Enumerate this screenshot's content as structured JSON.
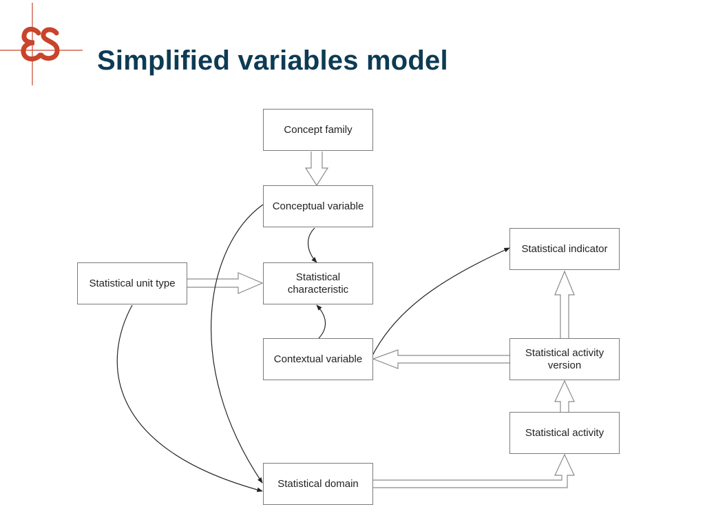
{
  "title": "Simplified variables model",
  "colors": {
    "title": "#0d3b54",
    "logo": "#c8442a",
    "box_border": "#7a7a7a"
  },
  "logo_icon": "es-monogram-logo",
  "nodes": {
    "concept_family": "Concept family",
    "conceptual_variable": "Conceptual variable",
    "statistical_characteristic": "Statistical characteristic",
    "statistical_unit_type": "Statistical unit type",
    "contextual_variable": "Contextual variable",
    "statistical_domain": "Statistical domain",
    "statistical_indicator": "Statistical indicator",
    "statistical_activity_version": "Statistical activity version",
    "statistical_activity": "Statistical activity"
  },
  "edges": [
    {
      "from": "concept_family",
      "to": "conceptual_variable",
      "style": "hollow-block-arrow"
    },
    {
      "from": "conceptual_variable",
      "to": "statistical_characteristic",
      "style": "curved-arrow"
    },
    {
      "from": "contextual_variable",
      "to": "statistical_characteristic",
      "style": "curved-arrow"
    },
    {
      "from": "statistical_unit_type",
      "to": "statistical_characteristic",
      "style": "hollow-block-arrow"
    },
    {
      "from": "conceptual_variable",
      "to": "statistical_domain",
      "style": "curved-arrow"
    },
    {
      "from": "statistical_unit_type",
      "to": "statistical_domain",
      "style": "curved-arrow"
    },
    {
      "from": "contextual_variable",
      "to": "statistical_indicator",
      "style": "curved-arrow"
    },
    {
      "from": "statistical_activity_version",
      "to": "contextual_variable",
      "style": "hollow-block-arrow"
    },
    {
      "from": "statistical_activity_version",
      "to": "statistical_indicator",
      "style": "hollow-block-arrow"
    },
    {
      "from": "statistical_activity",
      "to": "statistical_activity_version",
      "style": "hollow-block-arrow"
    },
    {
      "from": "statistical_domain",
      "to": "statistical_activity",
      "style": "hollow-block-arrow"
    }
  ]
}
